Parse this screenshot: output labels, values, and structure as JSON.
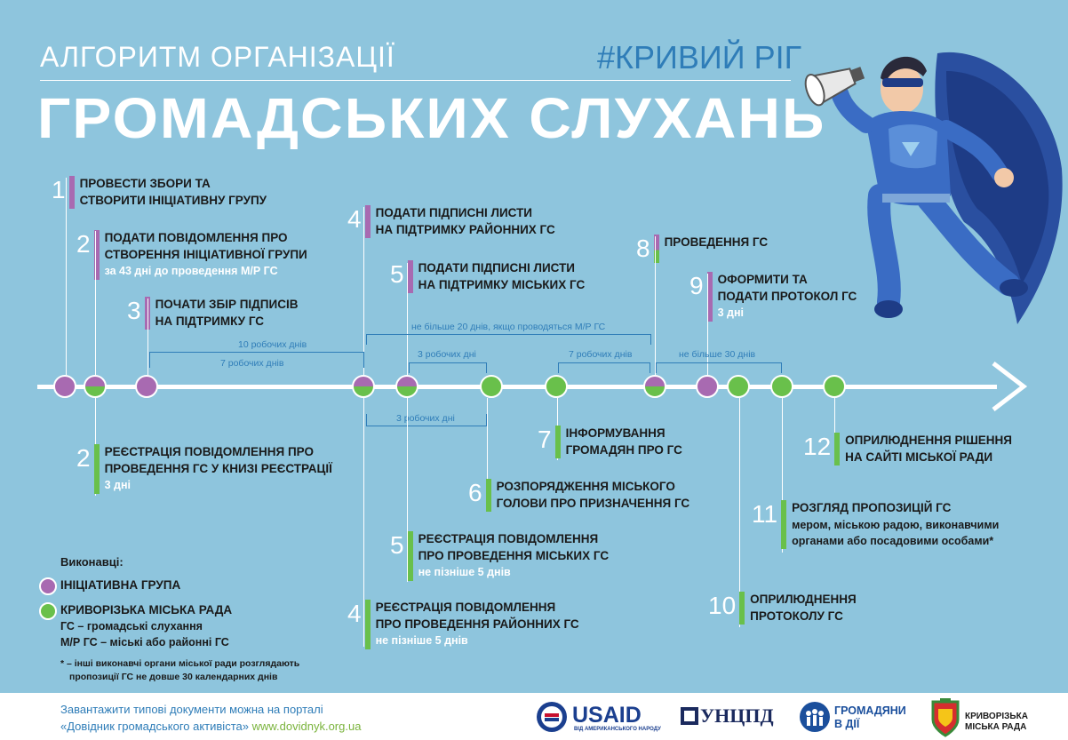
{
  "header": {
    "title_top": "АЛГОРИТМ ОРГАНІЗАЦІЇ",
    "title_main": "ГРОМАДСЬКИХ СЛУХАНЬ",
    "hashtag": "#КРИВИЙ РІГ"
  },
  "colors": {
    "background": "#8ec5dd",
    "initiative": "#a86ab1",
    "council": "#69c04b",
    "accent_blue": "#2f7db8"
  },
  "steps_top": [
    {
      "num": "1",
      "line1": "ПРОВЕСТИ ЗБОРИ ТА",
      "line2": "СТВОРИТИ ІНІЦІАТИВНУ ГРУПУ",
      "sub": ""
    },
    {
      "num": "2",
      "line1": "ПОДАТИ ПОВІДОМЛЕННЯ ПРО",
      "line2": "СТВОРЕННЯ ІНІЦІАТИВНОЇ ГРУПИ",
      "sub": "за 43 дні до проведення М/Р ГС"
    },
    {
      "num": "3",
      "line1": "ПОЧАТИ ЗБІР ПІДПИСІВ",
      "line2": "НА ПІДТРИМКУ ГС",
      "sub": ""
    },
    {
      "num": "4",
      "line1": "ПОДАТИ ПІДПИСНІ ЛИСТИ",
      "line2": "НА ПІДТРИМКУ РАЙОННИХ ГС",
      "sub": ""
    },
    {
      "num": "5",
      "line1": "ПОДАТИ ПІДПИСНІ ЛИСТИ",
      "line2": "НА ПІДТРИМКУ МІСЬКИХ ГС",
      "sub": ""
    },
    {
      "num": "8",
      "line1": "ПРОВЕДЕННЯ ГС",
      "line2": "",
      "sub": ""
    },
    {
      "num": "9",
      "line1": "ОФОРМИТИ ТА",
      "line2": "ПОДАТИ ПРОТОКОЛ ГС",
      "sub": "3 дні"
    }
  ],
  "steps_bottom": [
    {
      "num": "2",
      "line1": "РЕЄСТРАЦІЯ ПОВІДОМЛЕННЯ ПРО",
      "line2": "ПРОВЕДЕННЯ ГС У КНИЗІ РЕЄСТРАЦІЇ",
      "sub": "3 дні"
    },
    {
      "num": "7",
      "line1": "ІНФОРМУВАННЯ",
      "line2": "ГРОМАДЯН ПРО ГС",
      "sub": ""
    },
    {
      "num": "12",
      "line1": "ОПРИЛЮДНЕННЯ РІШЕННЯ",
      "line2": "НА САЙТІ МІСЬКОЇ РАДИ",
      "sub": ""
    },
    {
      "num": "6",
      "line1": "РОЗПОРЯДЖЕННЯ МІСЬКОГО",
      "line2": "ГОЛОВИ ПРО ПРИЗНАЧЕННЯ ГС",
      "sub": ""
    },
    {
      "num": "11",
      "line1": "РОЗГЛЯД ПРОПОЗИЦІЙ ГС",
      "line2": "",
      "sub": "мером, міською радою, виконавчими",
      "sub2": "органами або посадовими особами*"
    },
    {
      "num": "5",
      "line1": "РЕЄСТРАЦІЯ ПОВІДОМЛЕННЯ",
      "line2": "ПРО ПРОВЕДЕННЯ МІСЬКИХ ГС",
      "sub": "не пізніше 5 днів"
    },
    {
      "num": "10",
      "line1": "ОПРИЛЮДНЕННЯ",
      "line2": "ПРОТОКОЛУ ГС",
      "sub": ""
    },
    {
      "num": "4",
      "line1": "РЕЄСТРАЦІЯ ПОВІДОМЛЕННЯ",
      "line2": "ПРО ПРОВЕДЕННЯ РАЙОННИХ ГС",
      "sub": "не пізніше 5 днів"
    }
  ],
  "brackets": {
    "b10": "10 робочих днів",
    "b7a": "7 робочих днів",
    "b20": "не більше 20 днів, якщо проводяться М/Р ГС",
    "b3a": "3 робочих дні",
    "b7b": "7 робочих днів",
    "b30": "не більше 30 днів",
    "b3b": "3 робочих дні"
  },
  "legend": {
    "title": "Виконавці:",
    "initiative": "ІНІЦІАТИВНА ГРУПА",
    "council": "КРИВОРІЗЬКА МІСЬКА РАДА",
    "note1": "ГС – громадські слухання",
    "note2": "М/Р ГС – міські або районні ГС",
    "footnote1": "* – інші виконавчі органи міської ради розглядають",
    "footnote2": "пропозиції ГС не довше 30 календарних днів"
  },
  "footer": {
    "line1": "Завантажити типові документи можна на порталі",
    "line2_a": "«Довідник громадського активіста»",
    "line2_link": "www.dovidnyk.org.ua",
    "usaid": "USAID",
    "usaid_sub": "ВІД АМЕРИКАНСЬКОГО НАРОДУ",
    "ucipr": "УНЦПД",
    "citizens_1": "ГРОМАДЯНИ",
    "citizens_2": "В ДІЇ",
    "council_1": "КРИВОРІЗЬКА",
    "council_2": "МІСЬКА РАДА"
  }
}
